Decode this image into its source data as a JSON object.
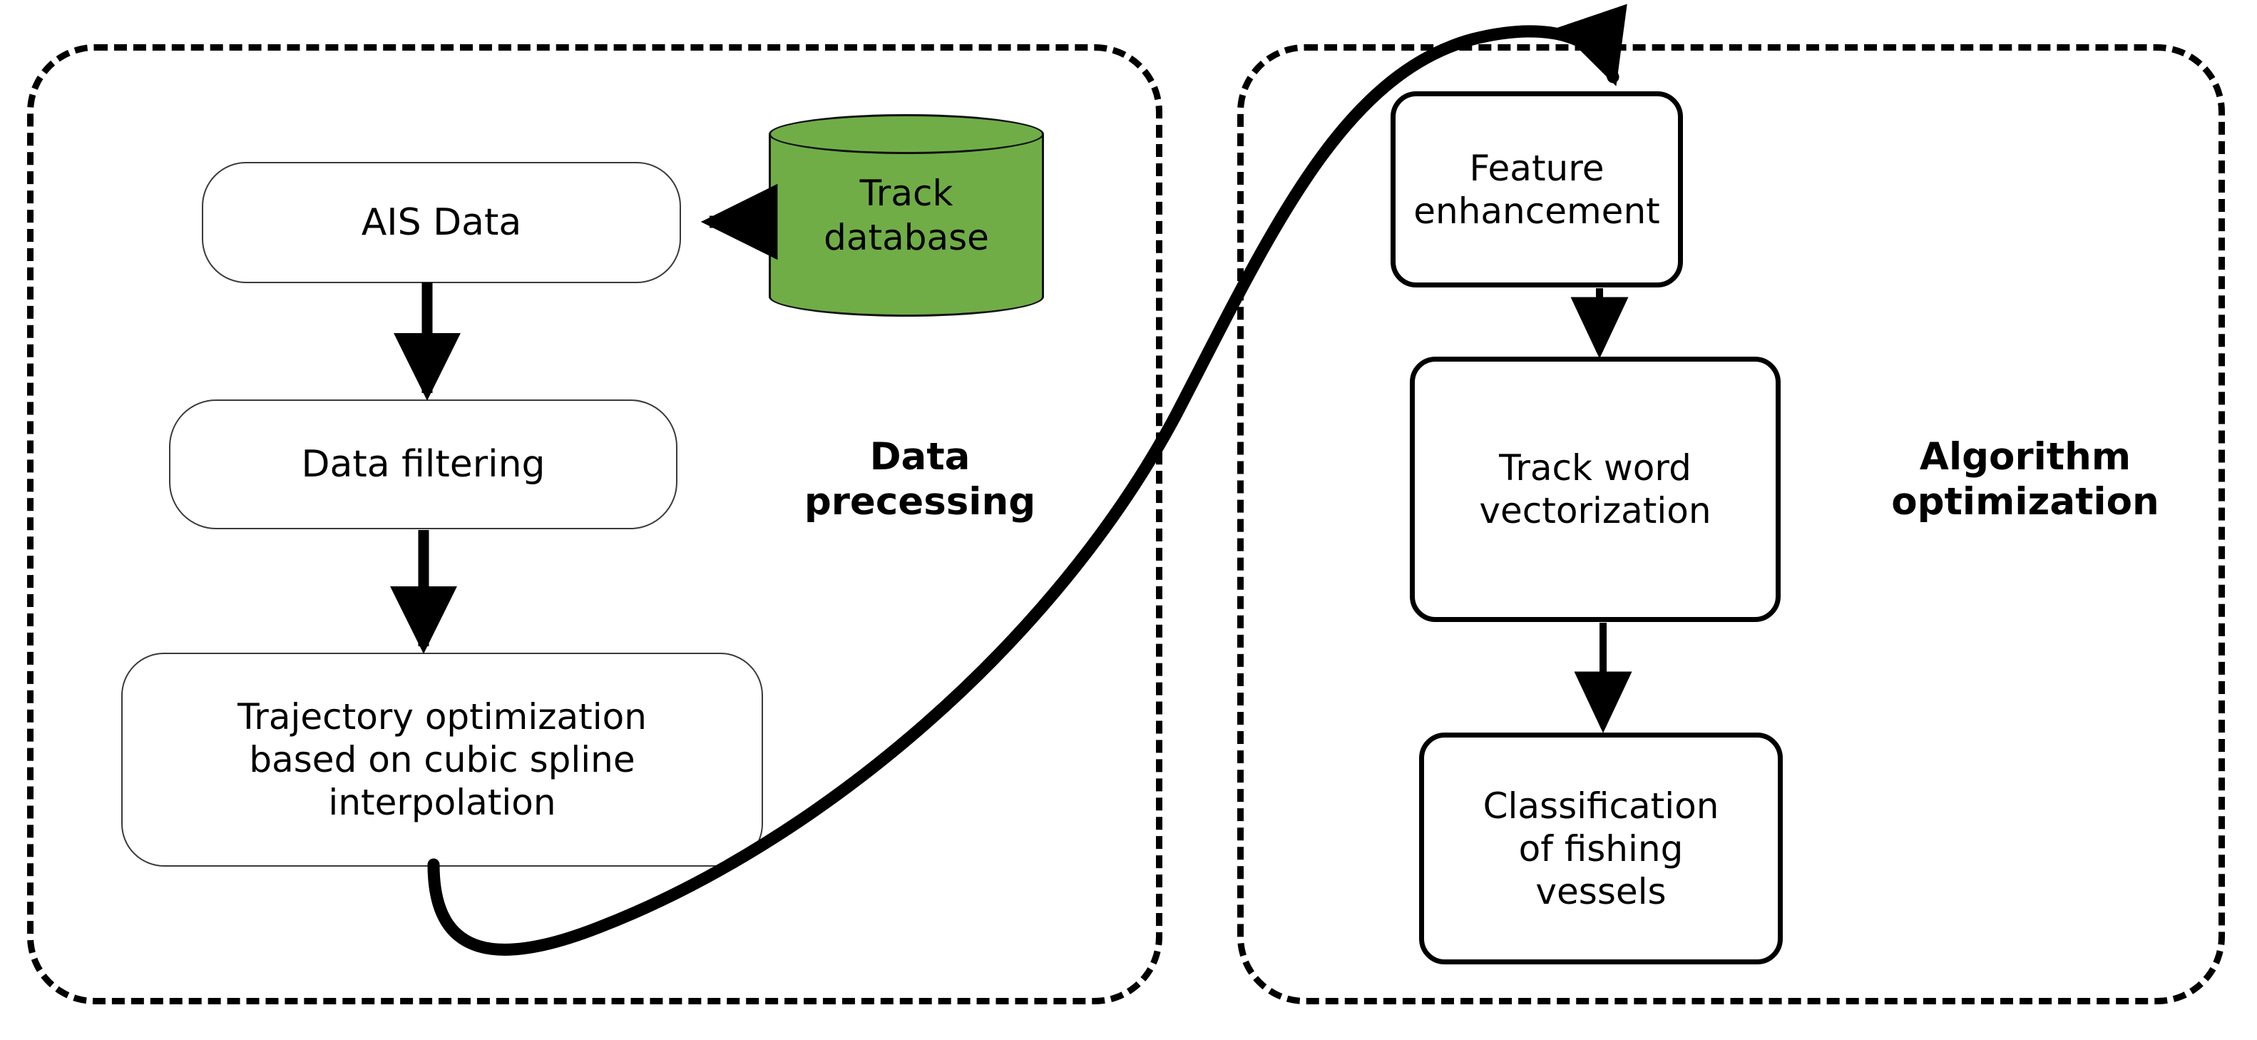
{
  "diagram": {
    "title": "Fishing vessel trajectory processing and classification flowchart",
    "background_color": "#ffffff",
    "stroke_color": "#000000",
    "accent_color": "#70ad47"
  },
  "groups": [
    {
      "id": "data-preprocessing",
      "label_line1": "Data",
      "label_line2": "precessing",
      "border_style": "dashed"
    },
    {
      "id": "algorithm-optimization",
      "label_line1": "Algorithm",
      "label_line2": "optimization",
      "border_style": "dashed"
    }
  ],
  "nodes": {
    "ais_data": {
      "label": "AIS Data",
      "shape": "rounded-rect",
      "border": "thin"
    },
    "track_database": {
      "label_line1": "Track",
      "label_line2": "database",
      "shape": "cylinder",
      "fill": "#70ad47"
    },
    "data_filtering": {
      "label": "Data filtering",
      "shape": "rounded-rect",
      "border": "thin"
    },
    "trajectory_optimization": {
      "label_line1": "Trajectory optimization",
      "label_line2": "based on cubic spline",
      "label_line3": "interpolation",
      "shape": "rounded-rect",
      "border": "thin"
    },
    "feature_enhancement": {
      "label_line1": "Feature",
      "label_line2": "enhancement",
      "shape": "rounded-rect",
      "border": "thick"
    },
    "track_word_vectorization": {
      "label_line1": "Track word",
      "label_line2": "vectorization",
      "shape": "rounded-rect",
      "border": "thick"
    },
    "classification_of_fishing_vessels": {
      "label_line1": "Classification",
      "label_line2": "of fishing",
      "label_line3": "vessels",
      "shape": "rounded-rect",
      "border": "thick"
    }
  },
  "edges": [
    {
      "from": "track_database",
      "to": "ais_data",
      "style": "straight-arrow",
      "direction": "left"
    },
    {
      "from": "ais_data",
      "to": "data_filtering",
      "style": "straight-arrow",
      "direction": "down"
    },
    {
      "from": "data_filtering",
      "to": "trajectory_optimization",
      "style": "straight-arrow",
      "direction": "down"
    },
    {
      "from": "trajectory_optimization",
      "to": "feature_enhancement",
      "style": "curved-arrow",
      "direction": "right-up"
    },
    {
      "from": "feature_enhancement",
      "to": "track_word_vectorization",
      "style": "straight-arrow",
      "direction": "down"
    },
    {
      "from": "track_word_vectorization",
      "to": "classification_of_fishing_vessels",
      "style": "straight-arrow",
      "direction": "down"
    }
  ]
}
